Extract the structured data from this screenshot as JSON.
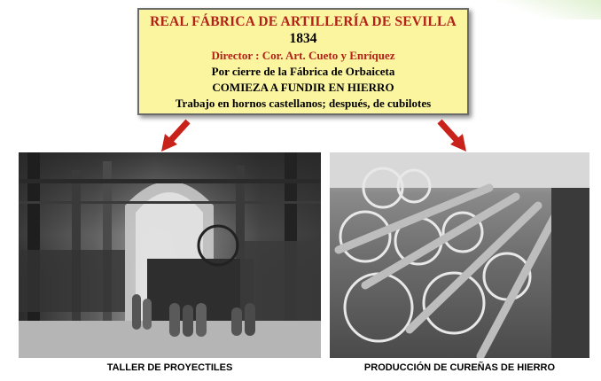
{
  "slide": {
    "title": "REAL FÁBRICA DE ARTILLERÍA DE SEVILLA",
    "year": "1834",
    "director": "Director : Cor. Art. Cueto y Enríquez",
    "line1": "Por cierre de la Fábrica de Orbaiceta",
    "line2": "COMIEZA A FUNDIR EN HIERRO",
    "line3": "Trabajo en hornos castellanos; después, de cubilotes"
  },
  "photos": {
    "left_caption": "TALLER DE PROYECTILES",
    "right_caption": "PRODUCCIÓN DE CUREÑAS DE HIERRO"
  },
  "colors": {
    "title_red": "#b32119",
    "box_yellow": "#fbf5a0",
    "arrow_red": "#c8221a"
  }
}
